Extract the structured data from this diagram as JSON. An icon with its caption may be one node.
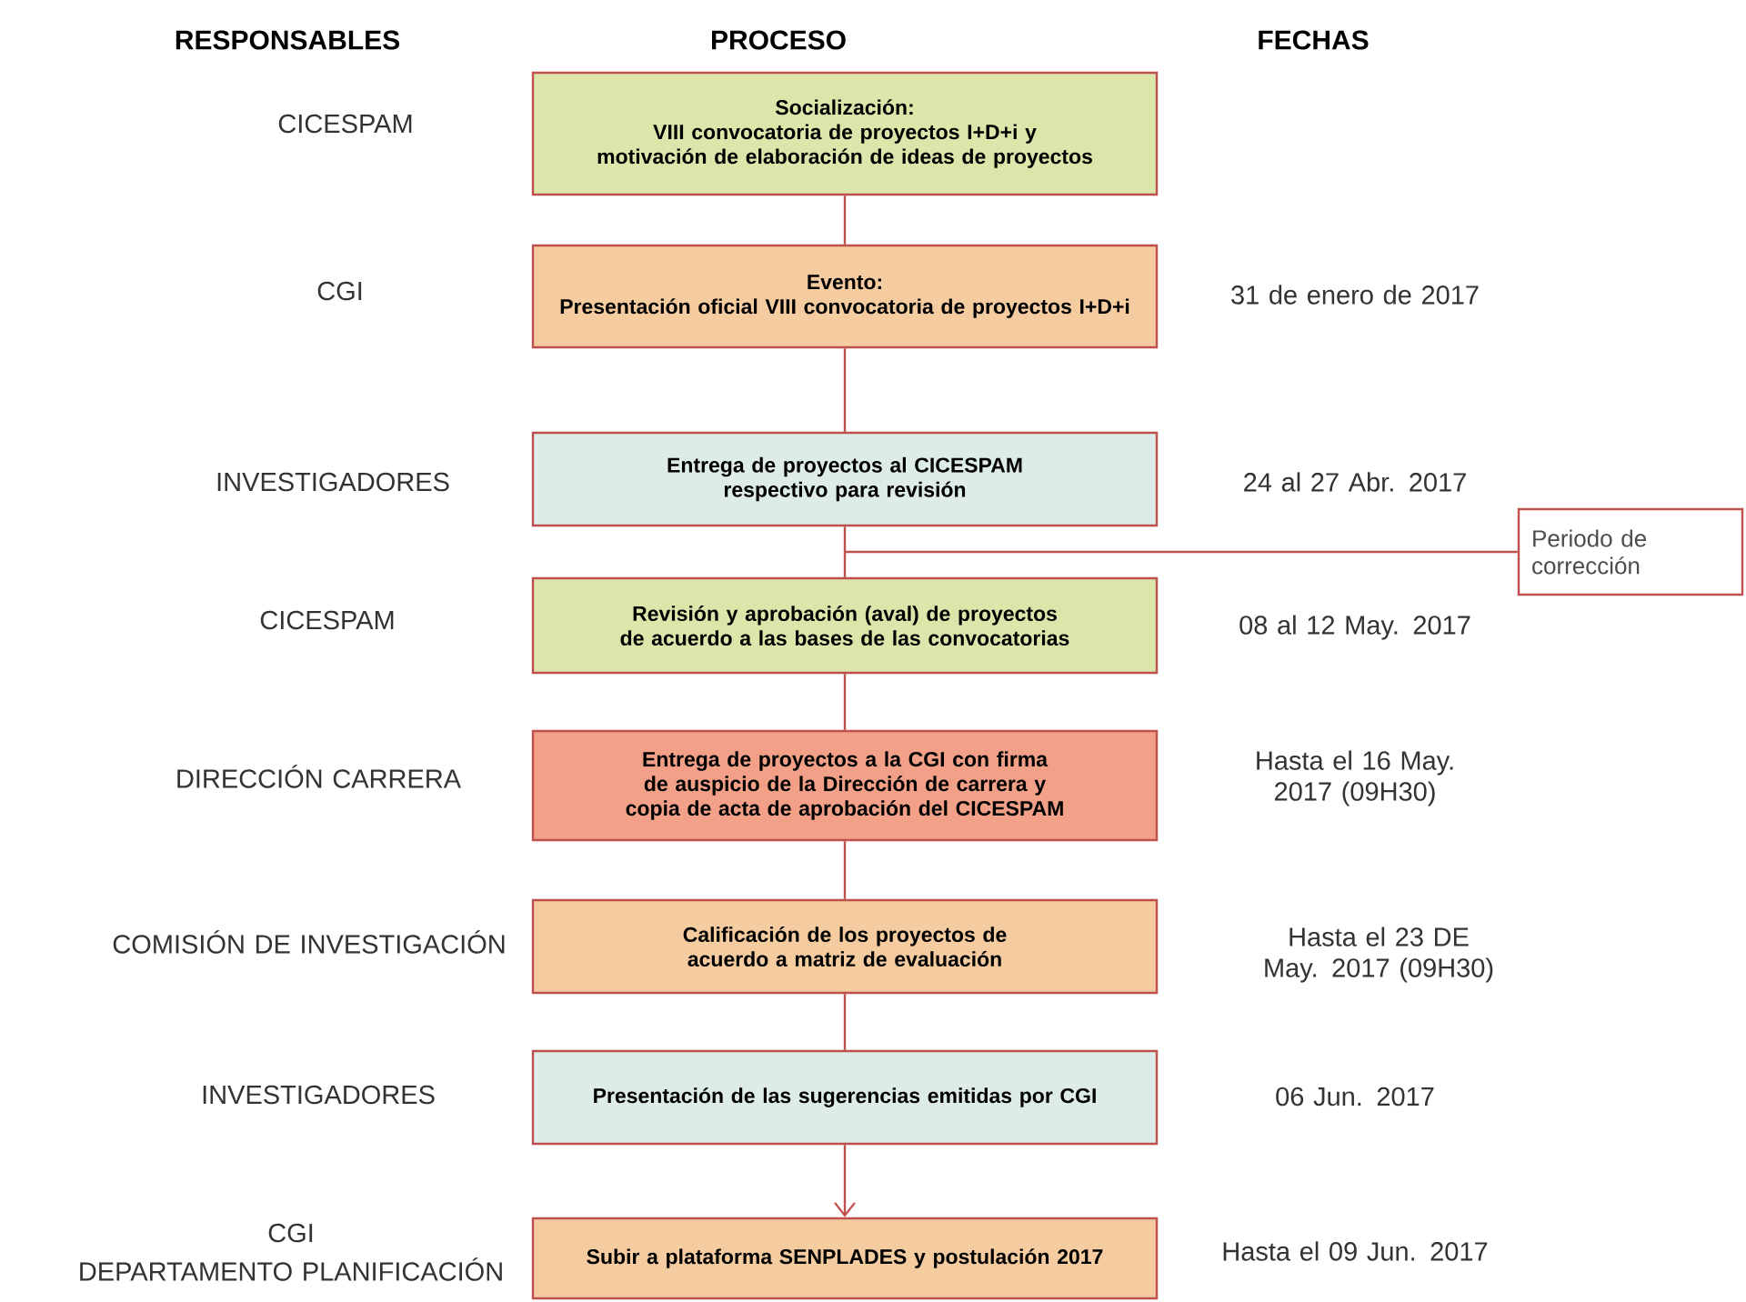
{
  "diagram": {
    "nodes": [
      {
        "text": [
          "Socialización:",
          "VIII convocatoria de proyectos I+D+i y motivación de elaboración de ideas de proyectos"
        ]
      },
      {
        "text": [
          "Evento:",
          "Presentación oficial VIII convocatoria de proyectos I+D+i"
        ]
      },
      {
        "text": [
          "Entrega de proyectos al CICESPAM respectivo para revisión"
        ]
      },
      {
        "text": [
          "Revisión y aprobación (aval) de proyectos de acuerdo a las bases de las convocatorias"
        ]
      },
      {
        "text": [
          "Entrega de proyectos a la CGI con firma de auspicio de la Dirección de carrera y copia de acta de aprobación del CICESPAM"
        ]
      },
      {
        "text": [
          "Calificación de los proyectos de acuerdo a matriz de evaluación"
        ]
      },
      {
        "text": [
          "Presentación de las sugerencias emitidas por CGI"
        ]
      },
      {
        "text": [
          "Subir a plataforma SENPLADES y postulación 2017"
        ]
      },
      {
        "text": [
          "Periodo de corrección"
        ]
      }
    ],
    "edges": [
      {
        "from": 0,
        "to": 1,
        "arrow": "none"
      },
      {
        "from": 1,
        "to": 2,
        "arrow": "none"
      },
      {
        "from": 2,
        "to": 3,
        "arrow": "none"
      },
      {
        "from": 3,
        "to": 4,
        "arrow": "none"
      },
      {
        "from": 4,
        "to": 5,
        "arrow": "none"
      },
      {
        "from": 5,
        "to": 6,
        "arrow": "none"
      },
      {
        "from": 6,
        "to": 7,
        "arrow": "to"
      },
      {
        "from": null,
        "to": 8,
        "arrow": "none"
      }
    ],
    "labels": [
      "RESPONSABLES",
      "PROCESO",
      "FECHAS",
      "CICESPAM",
      "CGI",
      "31 de enero de 2017",
      "INVESTIGADORES",
      "24 al 27 Abr. 2017",
      "CICESPAM",
      "08 al 12 May. 2017",
      "DIRECCIÓN CARRERA",
      "Hasta el 16 May. 2017 (09H30)",
      "COMISIÓN DE INVESTIGACIÓN",
      "Hasta el 23 DE May. 2017 (09H30)",
      "INVESTIGADORES",
      "06 Jun. 2017",
      "CGI",
      "DEPARTAMENTO PLANIFICACIÓN",
      "Hasta el 09 Jun. 2017"
    ]
  }
}
